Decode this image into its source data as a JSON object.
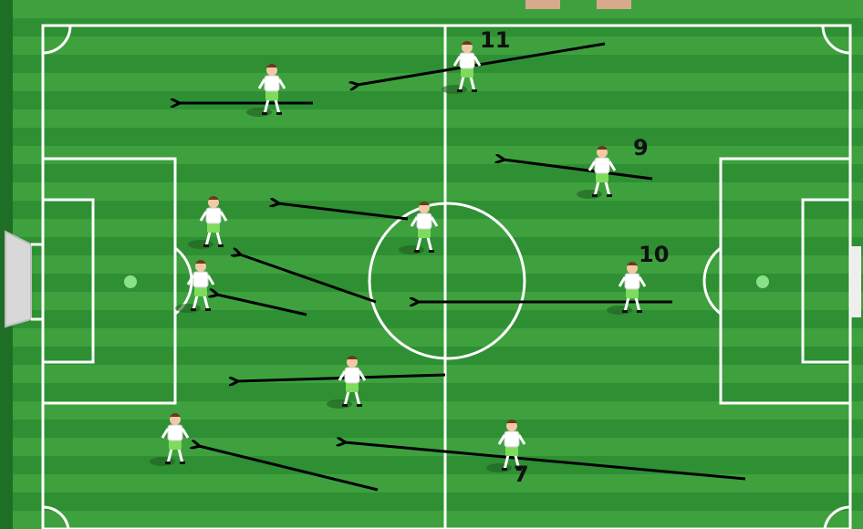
{
  "colors": {
    "grass_light": "#3ea13e",
    "grass_dark": "#2f8f33",
    "lines": "#ffffff",
    "arrows": "#000000",
    "shirt": "#ffffff",
    "shorts": "#7ddc5b",
    "hair": "#6b3a1e"
  },
  "players": [
    {
      "id": "p1",
      "number": "11"
    },
    {
      "id": "p2",
      "number": ""
    },
    {
      "id": "p3",
      "number": "9"
    },
    {
      "id": "p4",
      "number": ""
    },
    {
      "id": "p5",
      "number": ""
    },
    {
      "id": "p6",
      "number": ""
    },
    {
      "id": "p7",
      "number": "10"
    },
    {
      "id": "p8",
      "number": ""
    },
    {
      "id": "p9",
      "number": ""
    },
    {
      "id": "p10",
      "number": "7"
    }
  ]
}
